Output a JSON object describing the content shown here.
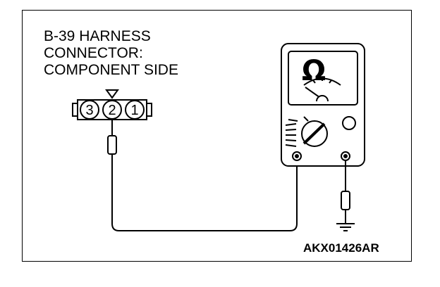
{
  "connector": {
    "title_lines": [
      "B-39 HARNESS",
      "CONNECTOR:",
      "COMPONENT SIDE"
    ],
    "pins": [
      "3",
      "2",
      "1"
    ]
  },
  "meter": {
    "symbol": "Ω"
  },
  "figure": {
    "reference_code": "AKX01426AR"
  },
  "icons": [
    "ohmmeter-icon",
    "ground-symbol-icon",
    "test-probe-icon",
    "connector-key-icon"
  ]
}
